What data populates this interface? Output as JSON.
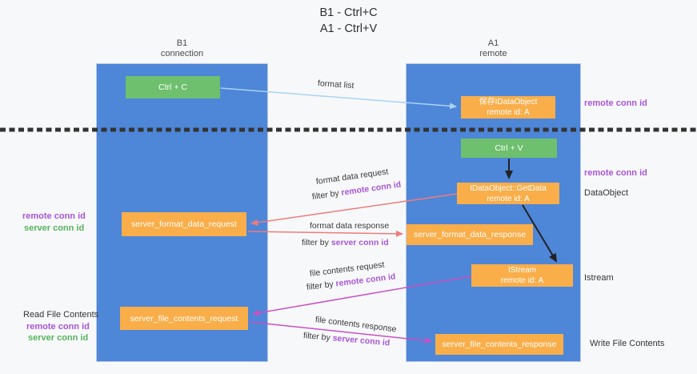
{
  "title": {
    "line1": "B1 - Ctrl+C",
    "line2": "A1 - Ctrl+V"
  },
  "lanes": {
    "left": {
      "name": "B1",
      "role": "connection"
    },
    "right": {
      "name": "A1",
      "role": "remote"
    }
  },
  "nodes": {
    "ctrl_c": {
      "label": "Ctrl + C"
    },
    "save_dataobject": {
      "line1": "保存IDataObject",
      "line2": "remote id: A"
    },
    "ctrl_v": {
      "label": "Ctrl + V"
    },
    "getdata": {
      "line1": "IDataObject::GetData",
      "line2": "remote id: A"
    },
    "format_request": {
      "label": "server_format_data_request"
    },
    "format_response": {
      "label": "server_format_data_response"
    },
    "istream": {
      "line1": "IStream",
      "line2": "remote id: A"
    },
    "file_request": {
      "label": "server_file_contents_request"
    },
    "file_response": {
      "label": "server_file_contents_response"
    }
  },
  "edges": {
    "format_list": "format list",
    "format_data_request": "format data request",
    "format_data_response": "format data response",
    "file_contents_request": "file contents request",
    "file_contents_response": "file contents response",
    "filter_by": "filter by",
    "remote_conn_id": "remote conn id",
    "server_conn_id": "server conn id"
  },
  "side_labels": {
    "remote_conn_id": "remote conn id",
    "server_conn_id": "server conn id",
    "read_file_contents": "Read File Contents",
    "write_file_contents": "Write File Contents",
    "dataobject": "DataObject",
    "istream": "Istream"
  },
  "colors": {
    "lane_blue": "#4e86d8",
    "box_orange": "#f9ae4a",
    "box_green": "#6ec06f",
    "arrow_light_blue": "#a9d3f1",
    "arrow_salmon": "#ef7b7b",
    "arrow_magenta": "#c851c3",
    "arrow_black": "#222222",
    "divider_black": "#333333",
    "text_purple": "#a855d6",
    "text_green": "#56b45c",
    "background": "#f7f8fa"
  }
}
